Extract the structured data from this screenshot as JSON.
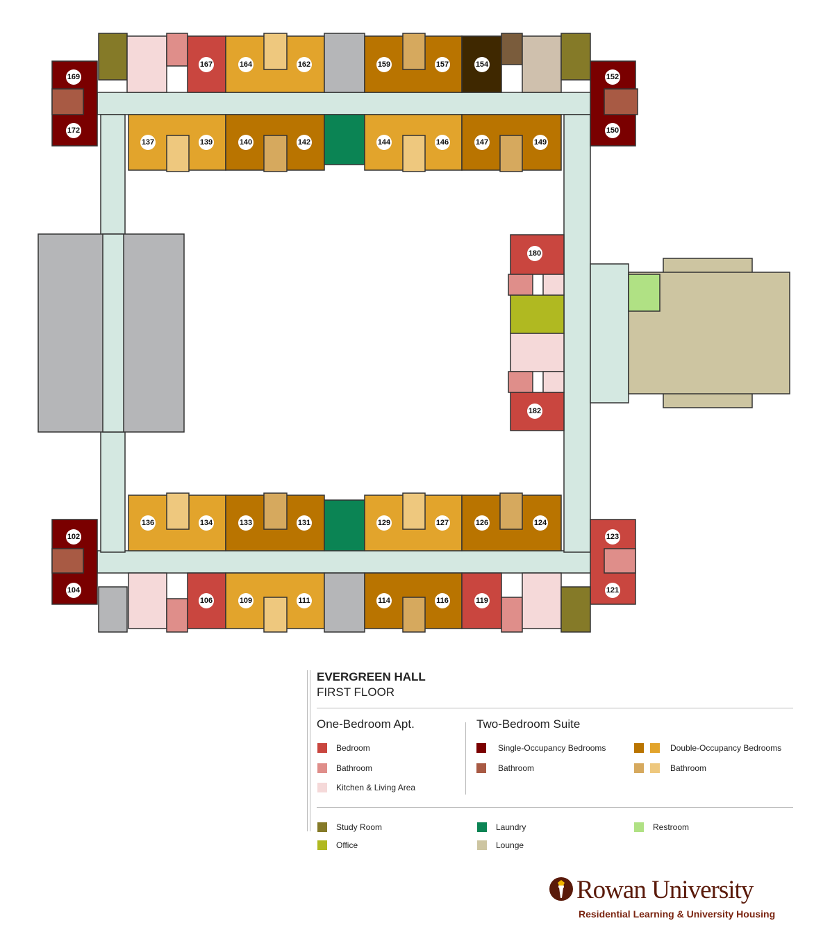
{
  "rooms": [
    "169",
    "172",
    "167",
    "164",
    "162",
    "159",
    "157",
    "154",
    "152",
    "150",
    "137",
    "139",
    "140",
    "142",
    "144",
    "146",
    "147",
    "149",
    "180",
    "182",
    "136",
    "134",
    "133",
    "131",
    "129",
    "127",
    "126",
    "124",
    "123",
    "121",
    "102",
    "104",
    "106",
    "109",
    "111",
    "114",
    "116",
    "119"
  ],
  "legend": {
    "title": "EVERGREEN HALL",
    "subtitle": "FIRST FLOOR",
    "one_bedroom": {
      "heading": "One-Bedroom Apt.",
      "items": [
        "Bedroom",
        "Bathroom",
        "Kitchen & Living Area"
      ]
    },
    "two_bedroom": {
      "heading": "Two-Bedroom Suite",
      "single": "Single-Occupancy Bedrooms",
      "single_bath": "Bathroom",
      "double": "Double-Occupancy Bedrooms",
      "double_bath": "Bathroom"
    },
    "other": [
      "Study Room",
      "Office",
      "Laundry",
      "Lounge",
      "Restroom"
    ]
  },
  "colors": {
    "bedroom": "#c9463f",
    "bath1": "#df8e8a",
    "kitchen": "#f5d9d9",
    "single": "#7a0000",
    "bath2": "#a85a44",
    "double_dark": "#b97400",
    "double_light": "#e2a42c",
    "bath_dark": "#d6a95e",
    "bath_light": "#eec87e",
    "study": "#857a28",
    "laundry": "#0b8454",
    "restroom": "#b0e184",
    "office": "#b0b921",
    "lounge": "#cdc5a1",
    "corridor": "#d4e8e1",
    "service": "#b5b6b8"
  },
  "logo": {
    "name": "Rowan University",
    "tagline": "Residential Learning & University Housing"
  }
}
